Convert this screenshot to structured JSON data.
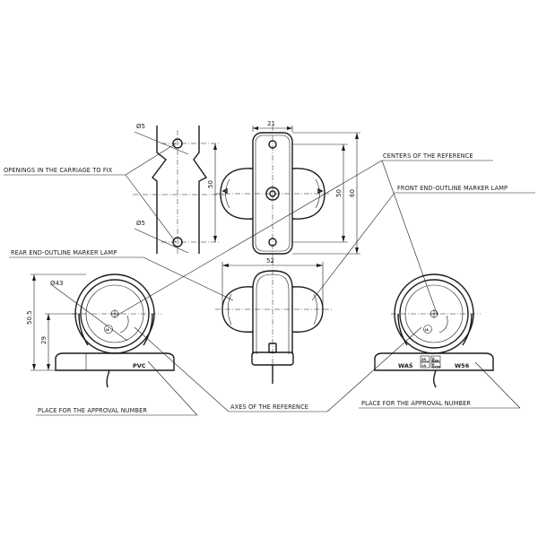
{
  "callouts": {
    "openings": "OPENINGS IN THE CARRIAGE TO FIX",
    "centers": "CENTERS OF THE REFERENCE",
    "front_lamp": "FRONT END-OUTLINE MARKER LAMP",
    "rear_lamp": "REAR END-OUTLINE MARKER LAMP",
    "approval_left": "PLACE FOR THE APPROVAL NUMBER",
    "axes": "AXES OF THE REFERENCE",
    "approval_right": "PLACE FOR THE APPROVAL NUMBER"
  },
  "dimensions": {
    "hole_top": "Ø5",
    "hole_bottom": "Ø5",
    "carriage_spacing": "50",
    "base_width": "21",
    "hole_spacing": "50",
    "overall_height": "60",
    "side_width": "52",
    "lens_diameter": "Ø43",
    "total_height": "50.5",
    "center_height": "29"
  },
  "markings": {
    "rear_material": "PVC",
    "front_maker": "WAŚ",
    "front_model": "W56",
    "box_1": "2R",
    "box_2": "2A",
    "box_3": "A",
    "box_4": "E20",
    "box_5": "R",
    "box_6": "0458"
  }
}
